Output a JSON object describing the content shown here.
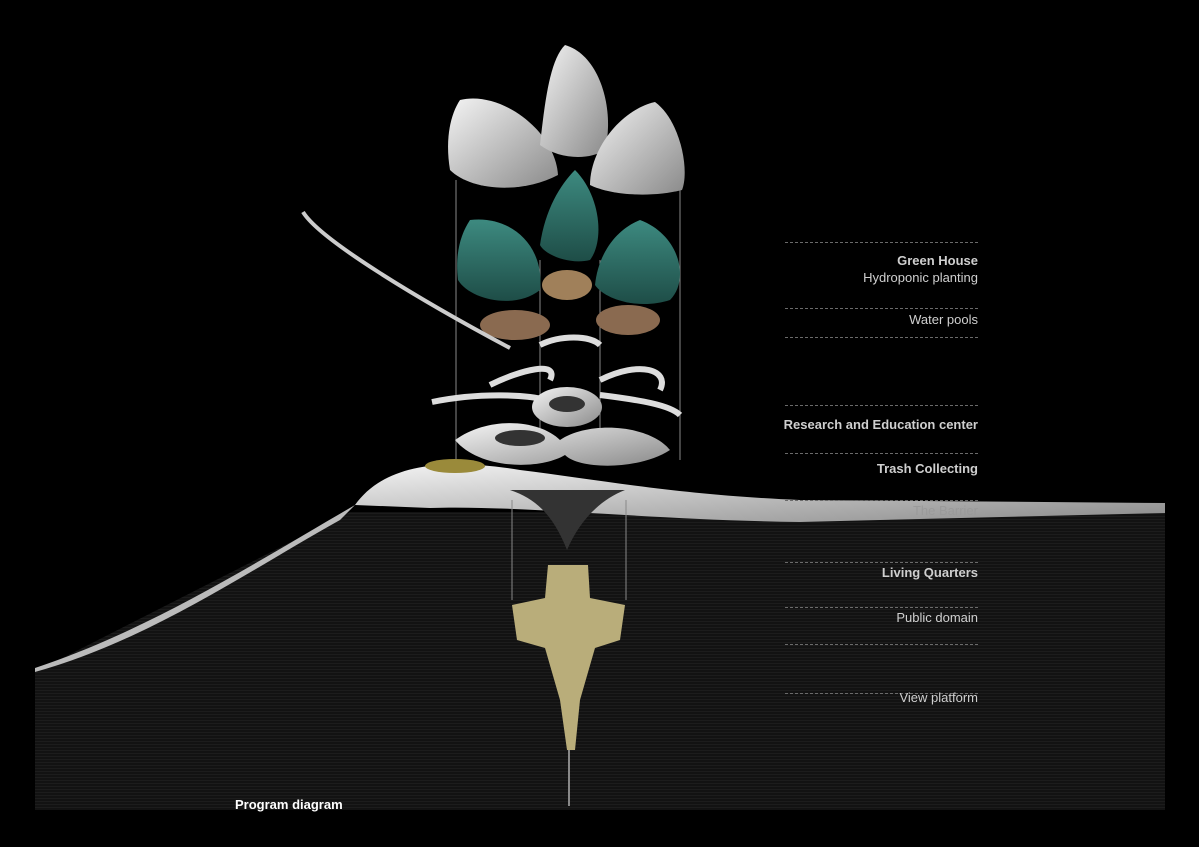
{
  "title": "Program diagram",
  "labels": {
    "green_house": "Green House",
    "hydroponic": "Hydroponic planting",
    "water_pools": "Water pools",
    "research": "Research and Education center",
    "trash": "Trash Collecting",
    "barrier": "The Barrier",
    "living": "Living Quarters",
    "public": "Public domain",
    "view": "View platform"
  },
  "colors": {
    "background": "#000000",
    "water": "#141414",
    "shell": "#e6e6e6",
    "greenhouse": "#2f6e66",
    "underwater": "#b9ad7a"
  }
}
